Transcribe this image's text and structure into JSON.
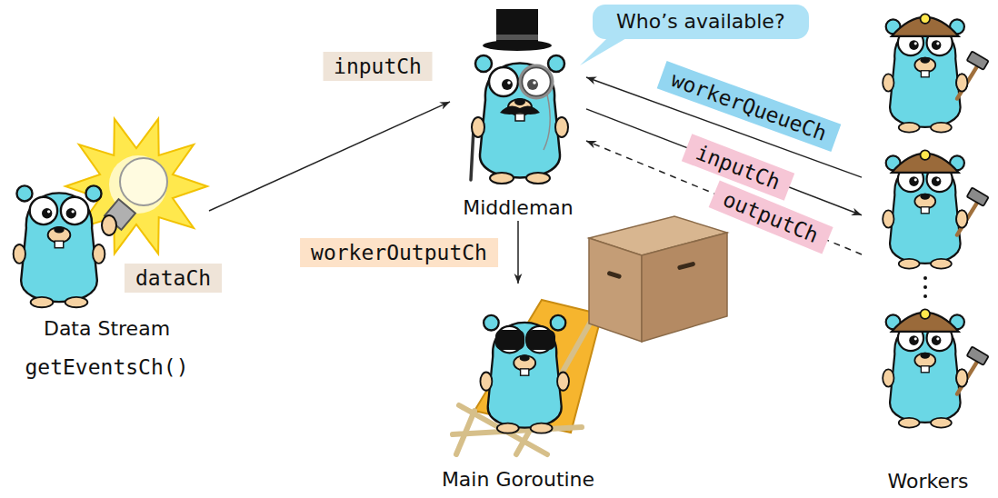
{
  "diagram": {
    "nodes": [
      {
        "text": [
          "Who’s available?"
        ]
      },
      {
        "text": [
          "Middleman"
        ]
      },
      {
        "text": [
          "Data Stream",
          "getEventsCh()"
        ]
      },
      {
        "text": [
          "Main Goroutine"
        ]
      },
      {
        "text": [
          "Workers"
        ]
      }
    ],
    "edges": [
      {
        "from": 2,
        "to": 1,
        "label": "inputCh",
        "arrow": "to"
      },
      {
        "from": 4,
        "to": 1,
        "label": "workerQueueCh",
        "arrow": "to"
      },
      {
        "from": 1,
        "to": 4,
        "label": "inputCh",
        "arrow": "to"
      },
      {
        "from": 4,
        "to": 1,
        "label": "outputCh",
        "arrow": "to"
      },
      {
        "from": 1,
        "to": 3,
        "label": "workerOutputCh",
        "arrow": "to"
      }
    ],
    "labels": [
      "dataCh"
    ]
  }
}
